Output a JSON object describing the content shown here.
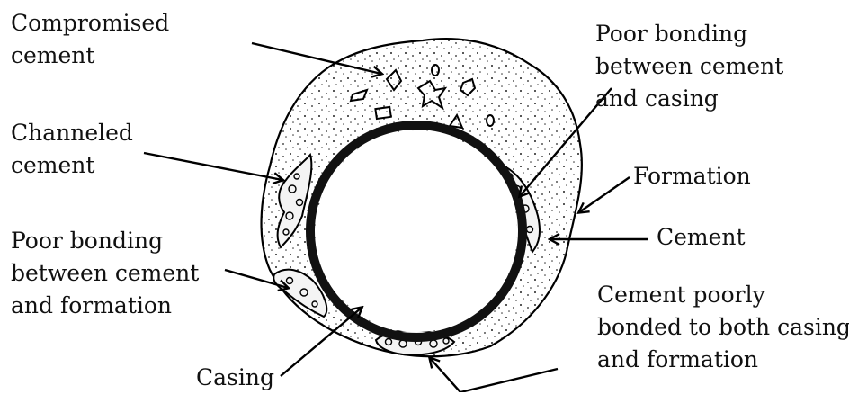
{
  "labels": {
    "compromised_cement": [
      "Compromised",
      "cement"
    ],
    "channeled_cement": [
      "Channeled",
      "cement"
    ],
    "poor_bonding_cement_formation": [
      "Poor bonding",
      "between cement",
      "and formation"
    ],
    "casing": [
      "Casing"
    ],
    "poor_bonding_cement_casing": [
      "Poor bonding",
      "between cement",
      "and casing"
    ],
    "formation": [
      "Formation"
    ],
    "cement": [
      "Cement"
    ],
    "poorly_bonded_both": [
      "Cement poorly",
      "bonded to both casing",
      "and formation"
    ]
  }
}
